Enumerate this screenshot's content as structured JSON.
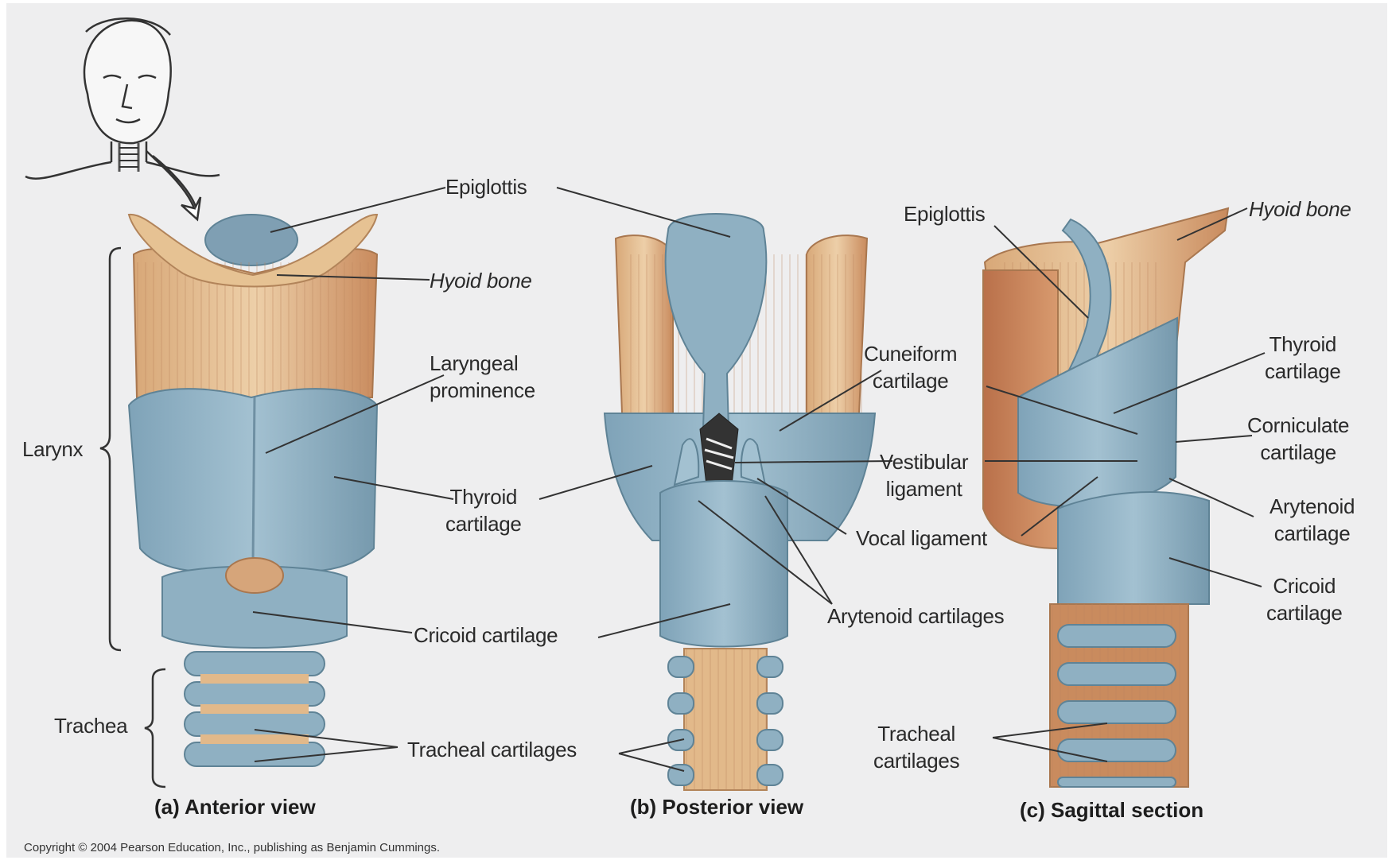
{
  "labels": {
    "anterior": {
      "epiglottis": "Epiglottis",
      "hyoid_bone": "Hyoid bone",
      "laryngeal_prominence": "Laryngeal\nprominence",
      "larynx": "Larynx",
      "thyroid_cartilage": "Thyroid\ncartilage",
      "cricoid_cartilage": "Cricoid cartilage",
      "trachea": "Trachea",
      "tracheal_cartilages": "Tracheal cartilages"
    },
    "posterior": {
      "cuneiform_cartilage": "Cuneiform\ncartilage",
      "vestibular_ligament": "Vestibular\nligament",
      "vocal_ligament": "Vocal ligament",
      "arytenoid_cartilages": "Arytenoid cartilages"
    },
    "sagittal": {
      "epiglottis": "Epiglottis",
      "hyoid_bone": "Hyoid bone",
      "thyroid_cartilage": "Thyroid\ncartilage",
      "corniculate_cartilage": "Corniculate\ncartilage",
      "arytenoid_cartilage": "Arytenoid\ncartilage",
      "cricoid_cartilage": "Cricoid\ncartilage",
      "tracheal_cartilages": "Tracheal\ncartilages"
    }
  },
  "captions": {
    "a": "(a) Anterior view",
    "b": "(b) Posterior view",
    "c": "(c) Sagittal section"
  },
  "copyright": "Copyright © 2004 Pearson Education, Inc., publishing as Benjamin Cummings.",
  "colors": {
    "background": "#eeeeef",
    "cartilage_blue": "#8fb0c2",
    "cartilage_blue_dark": "#5f8396",
    "bone_tan": "#e2b98a",
    "muscle_brown": "#c98b5e",
    "label_text": "#2a2a2a",
    "leader_line": "#333333"
  }
}
